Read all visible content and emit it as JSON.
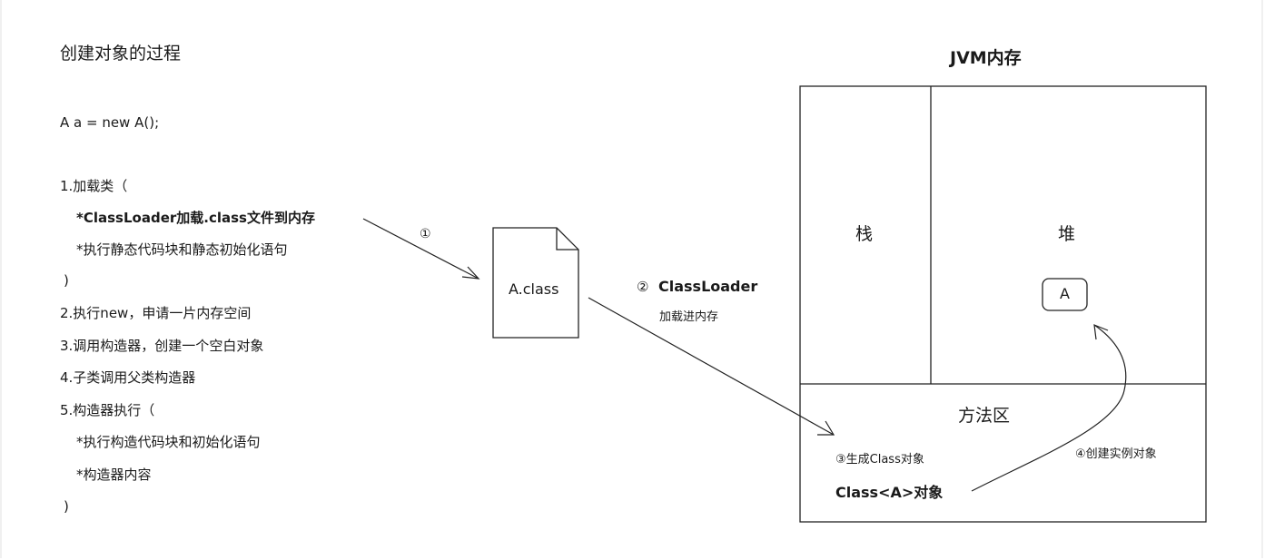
{
  "title": "创建对象的过程",
  "code": "A a = new A();",
  "steps": {
    "s1": "1.加载类（",
    "s1a": "*ClassLoader加载.class文件到内存",
    "s1b": "*执行静态代码块和静态初始化语句",
    "s1end": ")",
    "s2": "2.执行new，申请一片内存空间",
    "s3": "3.调用构造器，创建一个空白对象",
    "s4": "4.子类调用父类构造器",
    "s5": "5.构造器执行（",
    "s5a": "*执行构造代码块和初始化语句",
    "s5b": "*构造器内容",
    "s5end": ")"
  },
  "arrows": {
    "a1": "①",
    "a2_num": "②",
    "a2_label": "ClassLoader",
    "a2_sub": "加载进内存",
    "a3": "③生成Class对象",
    "a4": "④创建实例对象"
  },
  "file": {
    "label": "A.class"
  },
  "jvm": {
    "title": "JVM内存",
    "stack": "栈",
    "heap": "堆",
    "instance": "A",
    "method_area": "方法区",
    "class_obj": "Class<A>对象"
  }
}
